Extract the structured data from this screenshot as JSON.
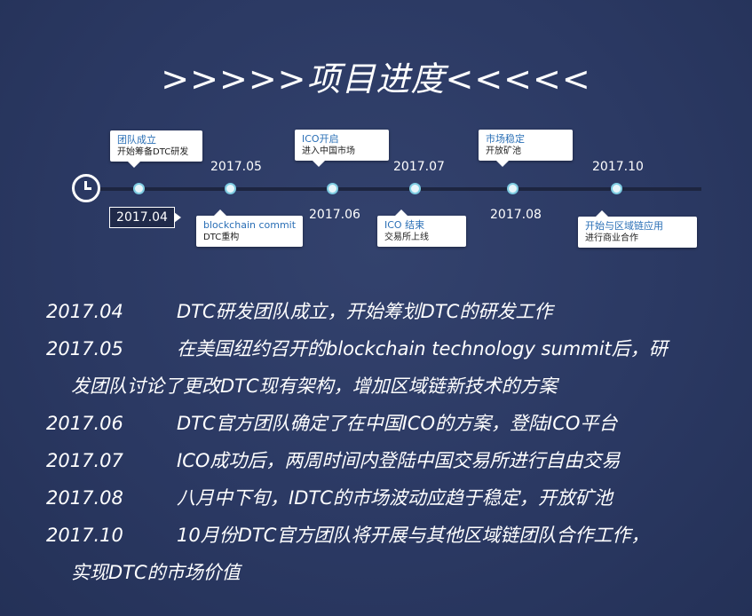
{
  "header": {
    "title": ">>>>>项目进度<<<<<"
  },
  "timeline": {
    "start_date": "2017.04",
    "dates": [
      "2017.05",
      "2017.06",
      "2017.07",
      "2017.08",
      "2017.10"
    ],
    "callouts": [
      {
        "title": "团队成立",
        "subtitle": "开始筹备DTC研发"
      },
      {
        "title": "blockchain commit",
        "subtitle": "DTC重构"
      },
      {
        "title": "ICO开启",
        "subtitle": "进入中国市场"
      },
      {
        "title": "ICO 结束",
        "subtitle": "交易所上线"
      },
      {
        "title": "市场稳定",
        "subtitle": "开放矿池"
      },
      {
        "title": "开始与区域链应用",
        "subtitle": "进行商业合作"
      }
    ]
  },
  "entries": [
    {
      "date": "2017.04",
      "line1": "DTC研发团队成立，开始筹划DTC的研发工作",
      "line2": ""
    },
    {
      "date": "2017.05",
      "line1": "在美国纽约召开的blockchain technology summit后，研",
      "line2": "发团队讨论了更改DTC现有架构，增加区域链新技术的方案"
    },
    {
      "date": "2017.06",
      "line1": "DTC官方团队确定了在中国ICO的方案，登陆ICO平台",
      "line2": ""
    },
    {
      "date": "2017.07",
      "line1": "ICO成功后，两周时间内登陆中国交易所进行自由交易",
      "line2": ""
    },
    {
      "date": "2017.08",
      "line1": "八月中下旬，IDTC的市场波动应趋于稳定，开放矿池",
      "line2": ""
    },
    {
      "date": "2017.10",
      "line1": "10月份DTC官方团队将开展与其他区域链团队合作工作，",
      "line2": "实现DTC的市场价值"
    }
  ]
}
